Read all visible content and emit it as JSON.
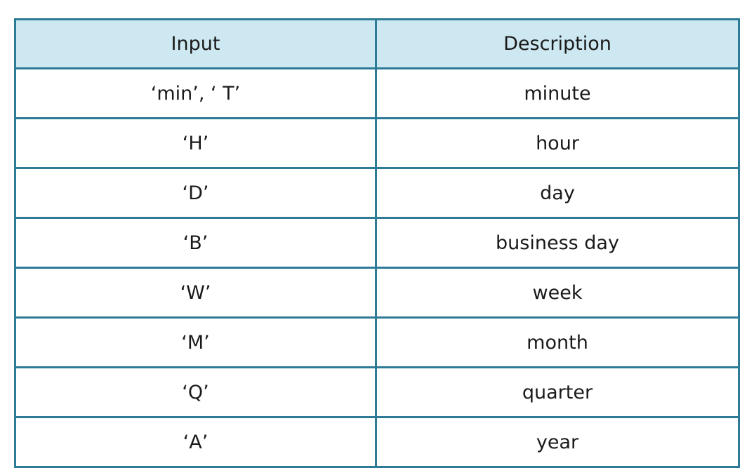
{
  "table": {
    "headers": [
      "Input",
      "Description"
    ],
    "rows": [
      {
        "input": "‘min’, ‘ T’",
        "description": "minute"
      },
      {
        "input": "‘H’",
        "description": "hour"
      },
      {
        "input": "‘D’",
        "description": "day"
      },
      {
        "input": "‘B’",
        "description": "business day"
      },
      {
        "input": "‘W’",
        "description": "week"
      },
      {
        "input": "‘M’",
        "description": "month"
      },
      {
        "input": "‘Q’",
        "description": "quarter"
      },
      {
        "input": "‘A’",
        "description": "year"
      }
    ]
  },
  "colors": {
    "border": "#2e7b97",
    "header_background": "#cde8f1",
    "text": "#1a1a1a"
  }
}
